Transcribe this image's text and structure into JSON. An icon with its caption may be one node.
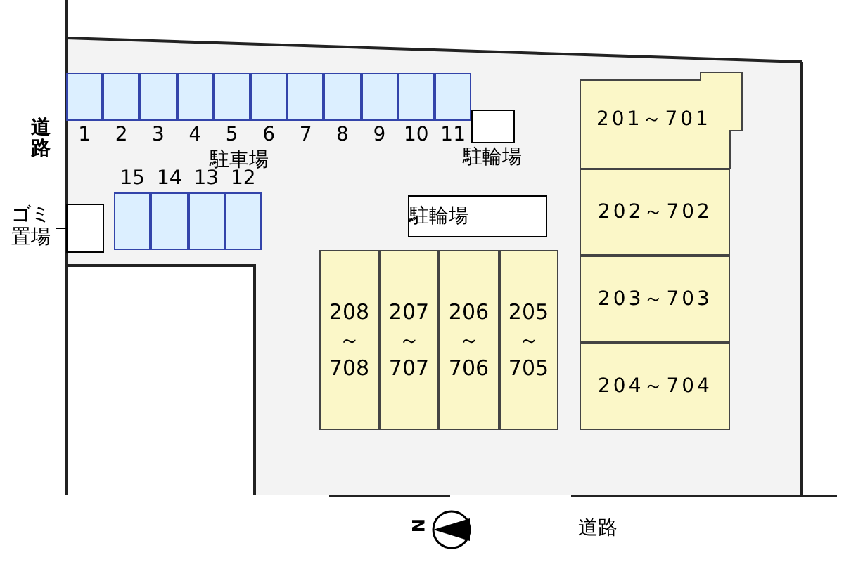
{
  "diagram": {
    "nodes": [
      {
        "text": [],
        "shape": "box",
        "beside": [
          "1"
        ]
      },
      {
        "text": [],
        "shape": "box",
        "beside": [
          "2"
        ]
      },
      {
        "text": [],
        "shape": "box",
        "beside": [
          "3"
        ]
      },
      {
        "text": [],
        "shape": "box",
        "beside": [
          "4"
        ]
      },
      {
        "text": [],
        "shape": "box",
        "beside": [
          "5"
        ]
      },
      {
        "text": [],
        "shape": "box",
        "beside": [
          "6"
        ]
      },
      {
        "text": [],
        "shape": "box",
        "beside": [
          "7"
        ]
      },
      {
        "text": [],
        "shape": "box",
        "beside": [
          "8"
        ]
      },
      {
        "text": [],
        "shape": "box",
        "beside": [
          "9"
        ]
      },
      {
        "text": [],
        "shape": "box",
        "beside": [
          "10"
        ]
      },
      {
        "text": [],
        "shape": "box",
        "beside": [
          "11"
        ]
      },
      {
        "text": [],
        "shape": "box",
        "beside": [
          "駐輪場"
        ]
      },
      {
        "text": [],
        "shape": "box",
        "beside": [
          "15"
        ]
      },
      {
        "text": [],
        "shape": "box",
        "beside": [
          "14"
        ]
      },
      {
        "text": [],
        "shape": "box",
        "beside": [
          "13"
        ]
      },
      {
        "text": [],
        "shape": "box",
        "beside": [
          "12"
        ]
      },
      {
        "text": [],
        "shape": "box"
      },
      {
        "text": [
          "ゴミ置場"
        ]
      },
      {
        "text": [
          "駐輪場"
        ]
      },
      {
        "text": [
          "208 ～ 708"
        ]
      },
      {
        "text": [
          "207 ～ 707"
        ]
      },
      {
        "text": [
          "206 ～ 706"
        ]
      },
      {
        "text": [
          "205 ～ 705"
        ]
      },
      {
        "text": [
          "201～701"
        ]
      },
      {
        "text": [
          "202～702"
        ]
      },
      {
        "text": [
          "203～703"
        ]
      },
      {
        "text": [
          "204～704"
        ]
      }
    ],
    "edges": [
      {
        "from": 17,
        "to": 16,
        "arrow": "none"
      }
    ],
    "labels": [
      "道路",
      "駐車場",
      "N",
      "道路"
    ]
  }
}
